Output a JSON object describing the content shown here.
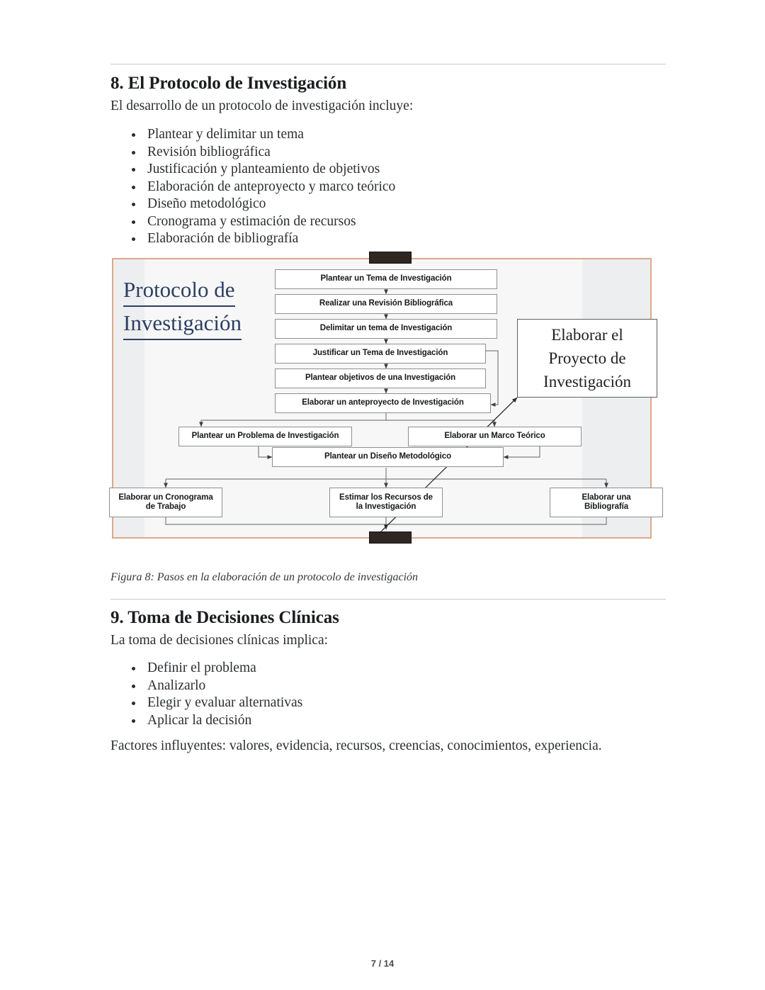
{
  "document": {
    "footer_page": "7 / 14"
  },
  "section8": {
    "title": "8. El Protocolo de Investigación",
    "lead": "El desarrollo de un protocolo de investigación incluye:",
    "bullets": [
      "Plantear y delimitar un tema",
      "Revisión bibliográfica",
      "Justificación y planteamiento de objetivos",
      "Elaboración de anteproyecto y marco teórico",
      "Diseño metodológico",
      "Cronograma y estimación de recursos",
      "Elaboración de bibliografía"
    ]
  },
  "figure": {
    "caption": "Figura 8: Pasos en la elaboración de un protocolo de investigación",
    "title_line1": "Protocolo de",
    "title_line2": "Investigación",
    "border_color": "#dda887",
    "title_color": "#2c3f63",
    "callout": {
      "line1": "Elaborar el",
      "line2": "Proyecto de",
      "line3": "Investigación"
    },
    "nodes": [
      {
        "id": "tema",
        "label": "Plantear un Tema de Investigación"
      },
      {
        "id": "revision",
        "label": "Realizar una Revisión Bibliográfica"
      },
      {
        "id": "delimitar",
        "label": "Delimitar un tema de Investigación"
      },
      {
        "id": "justificar",
        "label": "Justificar un Tema de Investigación"
      },
      {
        "id": "objetivos",
        "label": "Plantear objetivos de una Investigación"
      },
      {
        "id": "anteproyecto",
        "label": "Elaborar un anteproyecto de Investigación"
      },
      {
        "id": "problema",
        "label": "Plantear un Problema de Investigación"
      },
      {
        "id": "marco",
        "label": "Elaborar un Marco Teórico"
      },
      {
        "id": "diseno",
        "label": "Plantear un Diseño Metodológico"
      },
      {
        "id": "cronograma_l1",
        "label": "Elaborar un Cronograma"
      },
      {
        "id": "cronograma_l2",
        "label": "de Trabajo"
      },
      {
        "id": "recursos_l1",
        "label": "Estimar los Recursos de"
      },
      {
        "id": "recursos_l2",
        "label": "la Investigación"
      },
      {
        "id": "biblio_l1",
        "label": "Elaborar una"
      },
      {
        "id": "biblio_l2",
        "label": "Bibliografía"
      }
    ]
  },
  "section9": {
    "title": "9. Toma de Decisiones Clínicas",
    "lead": "La toma de decisiones clínicas implica:",
    "bullets": [
      "Definir el problema",
      "Analizarlo",
      "Elegir y evaluar alternativas",
      "Aplicar la decisión"
    ],
    "closing": "Factores influyentes: valores, evidencia, recursos, creencias, conocimientos, experiencia."
  }
}
